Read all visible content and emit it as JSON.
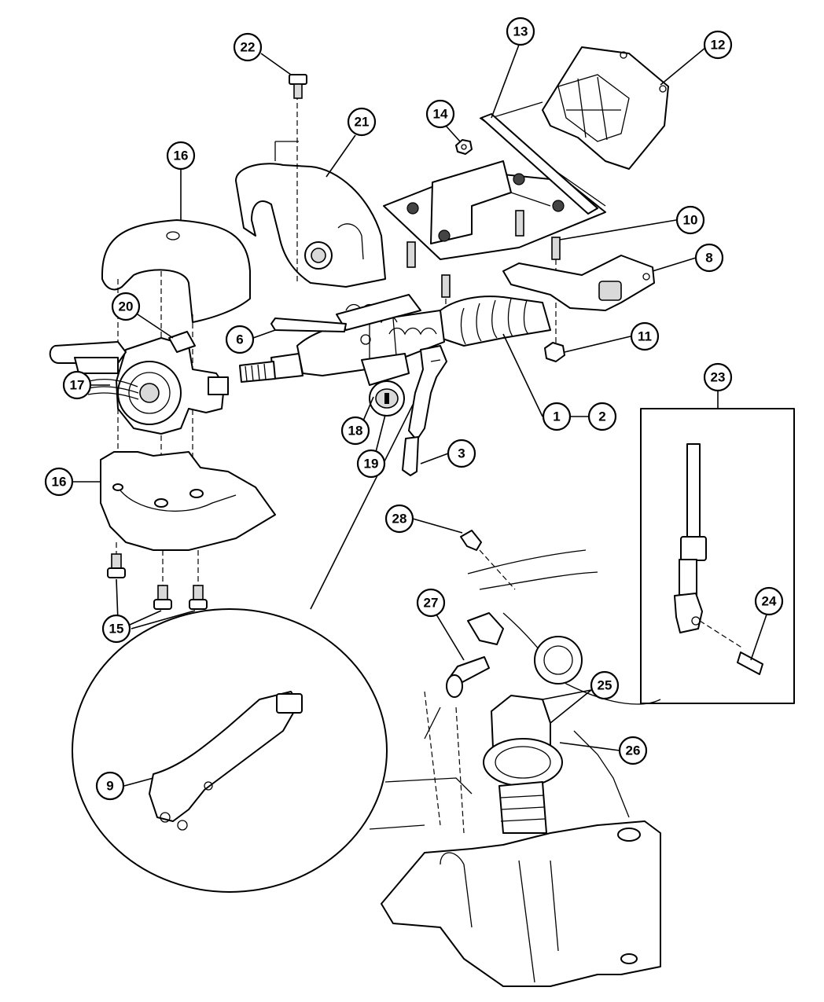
{
  "callouts": {
    "c1": "1",
    "c2": "2",
    "c3": "3",
    "c6": "6",
    "c8": "8",
    "c9": "9",
    "c10": "10",
    "c11": "11",
    "c12": "12",
    "c13": "13",
    "c14": "14",
    "c15": "15",
    "c16a": "16",
    "c16b": "16",
    "c17": "17",
    "c18": "18",
    "c19": "19",
    "c20": "20",
    "c21": "21",
    "c22": "22",
    "c23": "23",
    "c24": "24",
    "c25": "25",
    "c26": "26",
    "c27": "27",
    "c28": "28"
  }
}
